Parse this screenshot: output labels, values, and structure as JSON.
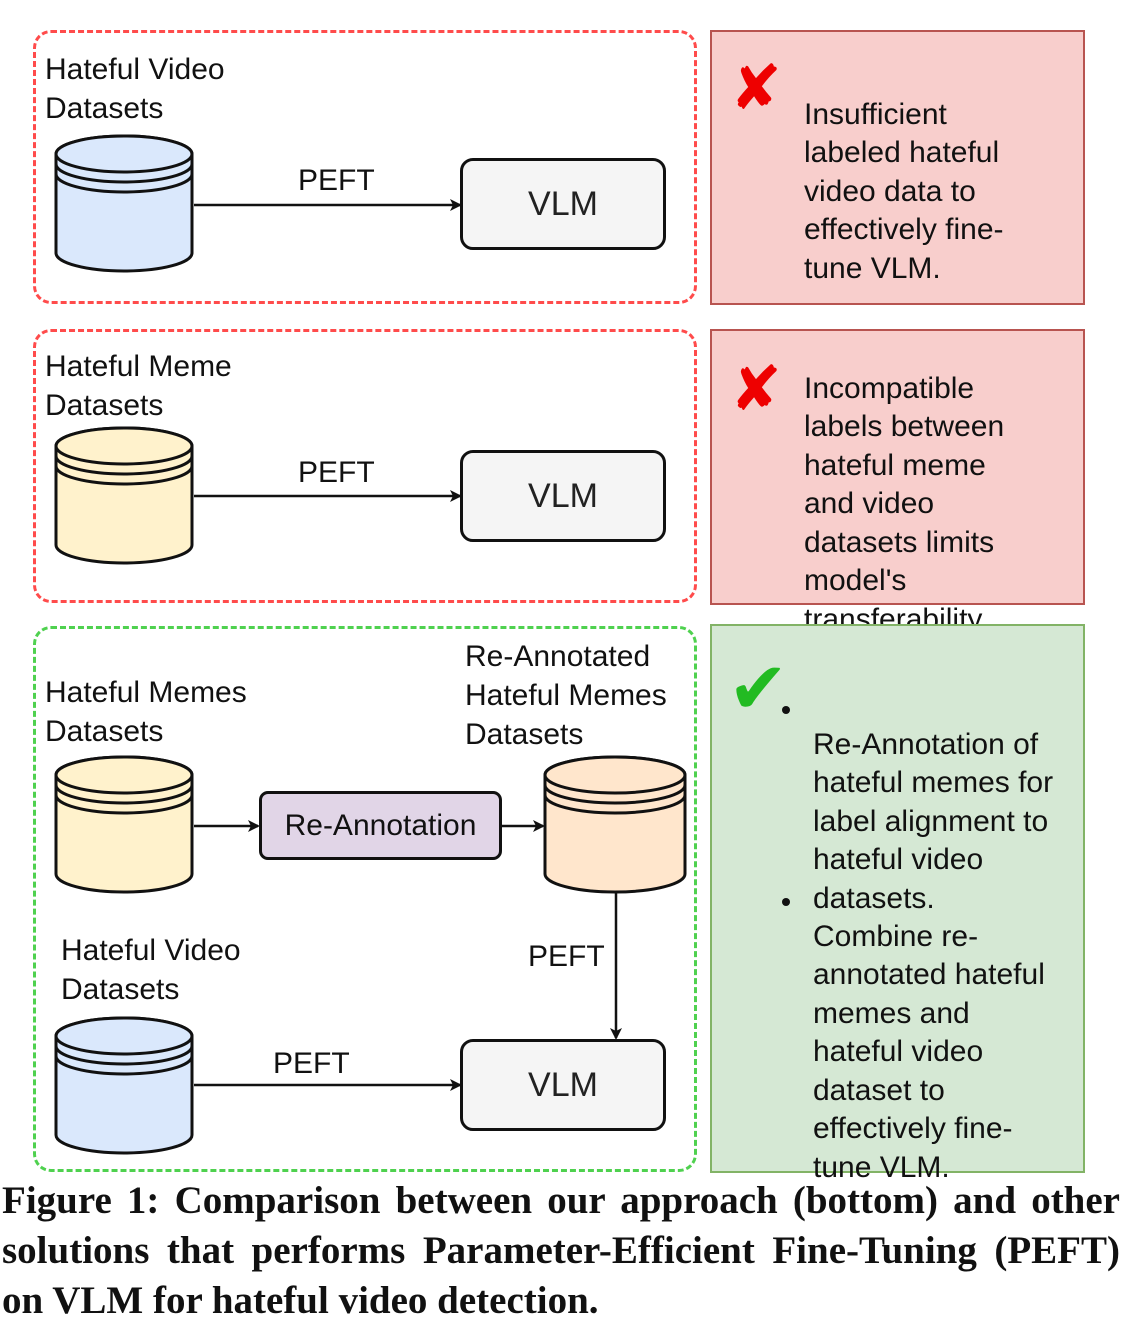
{
  "colors": {
    "video_db": "#dae8fc",
    "meme_db": "#fff2cc",
    "reannotated_db": "#ffe6cc",
    "reannotation_box": "#e1d5e7",
    "vlm_box": "#f5f5f5",
    "problem_panel": "#f8cecc",
    "solution_panel": "#d5e8d4",
    "problem_border": "#ff4b4b",
    "solution_border": "#4fd14f"
  },
  "row1": {
    "dataset_label": [
      "Hateful Video",
      "Datasets"
    ],
    "edge_label": "PEFT",
    "model_label": "VLM",
    "panel_icon": "cross-icon",
    "panel_text": [
      "Insufficient",
      "labeled hateful",
      "video data to",
      "effectively fine-",
      "tune VLM."
    ]
  },
  "row2": {
    "dataset_label": [
      "Hateful Meme",
      "Datasets"
    ],
    "edge_label": "PEFT",
    "model_label": "VLM",
    "panel_icon": "cross-icon",
    "panel_text": [
      "Incompatible",
      "labels between",
      "hateful meme",
      "and video",
      "datasets limits",
      "model's",
      "transferability."
    ]
  },
  "row3": {
    "memes_label": [
      "Hateful Memes",
      "Datasets"
    ],
    "reannotated_label": [
      "Re-Annotated",
      "Hateful Memes",
      "Datasets"
    ],
    "reannotation_label": "Re-Annotation",
    "video_label": [
      "Hateful Video",
      "Datasets"
    ],
    "edge_label_down": "PEFT",
    "edge_label_bottom": "PEFT",
    "model_label": "VLM",
    "panel_icon": "check-icon",
    "bullet1": [
      "Re-Annotation of",
      "hateful memes for",
      "label alignment to",
      "hateful video",
      "datasets."
    ],
    "bullet2": [
      "Combine re-",
      "annotated hateful",
      "memes and",
      "hateful video",
      "dataset to",
      "effectively fine-",
      "tune VLM."
    ]
  },
  "caption": {
    "figure_label": "Figure 1:",
    "text": "Comparison between our approach (bottom) and other solutions that performs Parameter-Efficient Fine-Tuning (PEFT) on VLM for hateful video detection."
  }
}
